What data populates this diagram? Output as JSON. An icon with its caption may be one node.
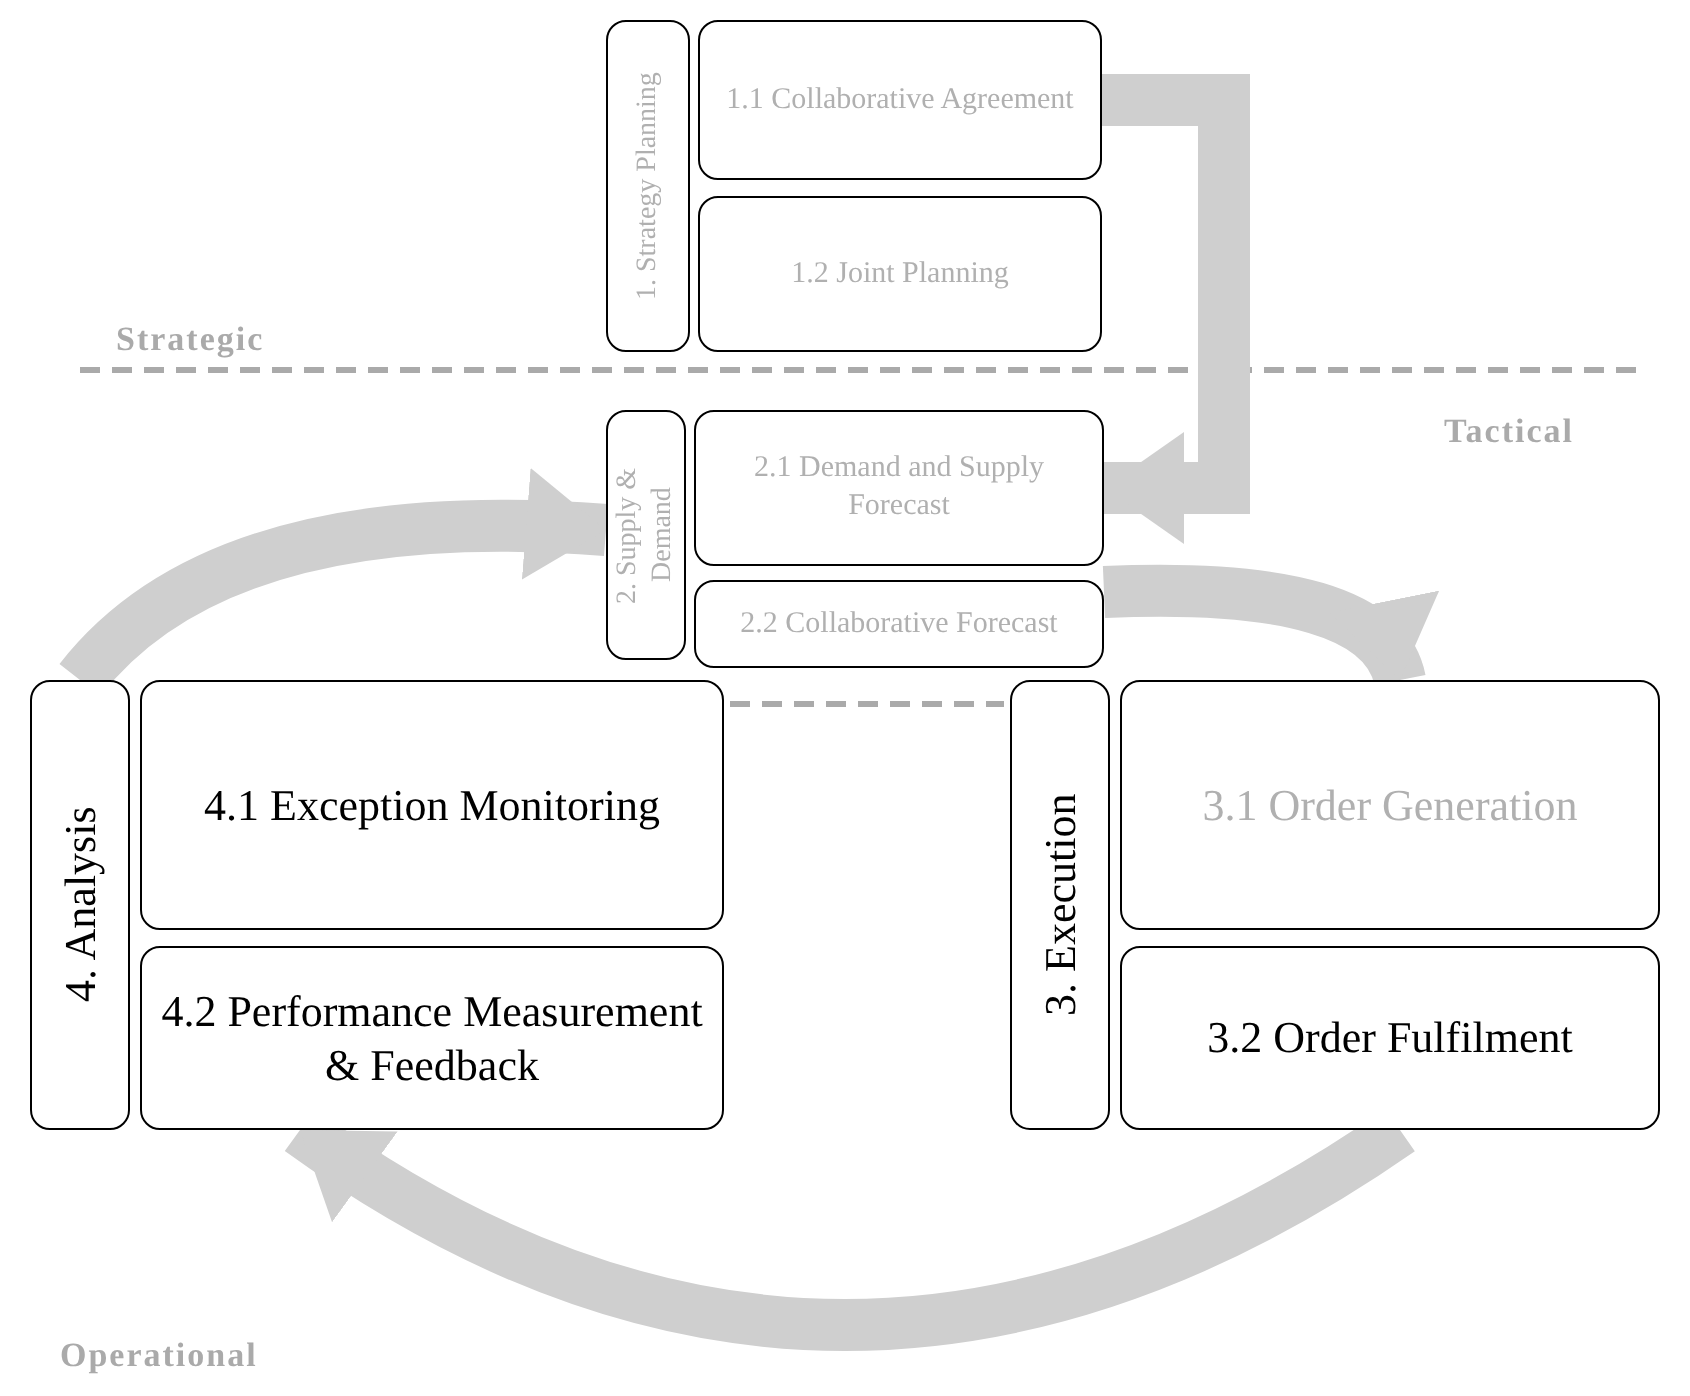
{
  "diagram": {
    "nodes": [
      {
        "text": [
          "1. Strategy Planning"
        ]
      },
      {
        "text": [
          "1.1 Collaborative Agreement"
        ]
      },
      {
        "text": [
          "1.2 Joint Planning"
        ]
      },
      {
        "text": [
          "2. Supply & Demand"
        ]
      },
      {
        "text": [
          "2.1 Demand and Supply Forecast"
        ]
      },
      {
        "text": [
          "2.2 Collaborative Forecast"
        ]
      },
      {
        "text": [
          "3. Execution"
        ]
      },
      {
        "text": [
          "3.1 Order Generation"
        ]
      },
      {
        "text": [
          "3.2 Order Fulfilment"
        ]
      },
      {
        "text": [
          "4. Analysis"
        ]
      },
      {
        "text": [
          "4.1 Exception Monitoring"
        ]
      },
      {
        "text": [
          "4.2 Performance Measurement & Feedback"
        ]
      }
    ],
    "edges": [
      {
        "from": 1,
        "to": 4,
        "arrow": "to"
      },
      {
        "from": 5,
        "to": 7,
        "arrow": "to"
      },
      {
        "from": 8,
        "to": 11,
        "arrow": "to"
      },
      {
        "from": 9,
        "to": 3,
        "arrow": "to"
      }
    ],
    "labels": [
      "Strategic",
      "Tactical",
      "Operational"
    ]
  }
}
